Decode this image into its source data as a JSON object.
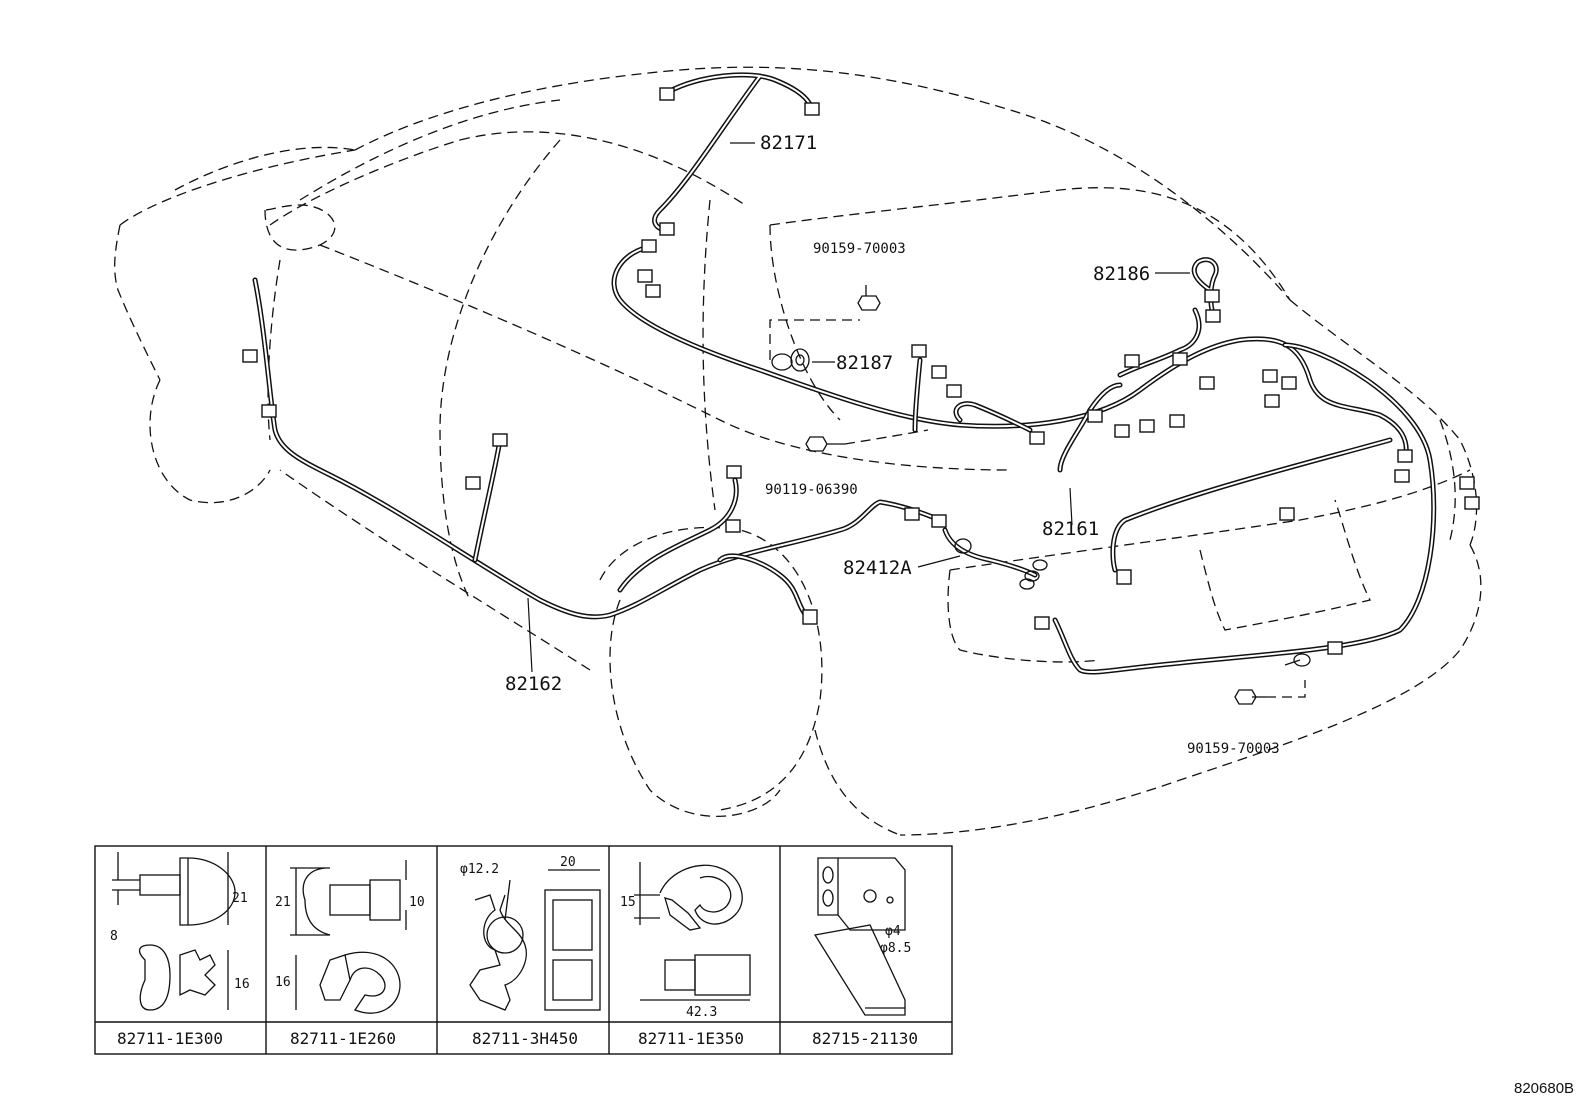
{
  "callouts": {
    "c82171": "82171",
    "c90159_top": "90159-70003",
    "c82186": "82186",
    "c82187": "82187",
    "c90119": "90119-06390",
    "c82161": "82161",
    "c82412A": "82412A",
    "c82162": "82162",
    "c90159_bottom": "90159-70003"
  },
  "clips": [
    {
      "part_no": "82711-1E300",
      "dims": [
        "21",
        "8",
        "16"
      ]
    },
    {
      "part_no": "82711-1E260",
      "dims": [
        "21",
        "10",
        "16"
      ]
    },
    {
      "part_no": "82711-3H450",
      "dims": [
        "φ12.2",
        "20"
      ]
    },
    {
      "part_no": "82711-1E350",
      "dims": [
        "15",
        "42.3"
      ]
    },
    {
      "part_no": "82715-21130",
      "dims": [
        "φ4",
        "φ8.5"
      ]
    }
  ],
  "drawing_ref": "820680B"
}
